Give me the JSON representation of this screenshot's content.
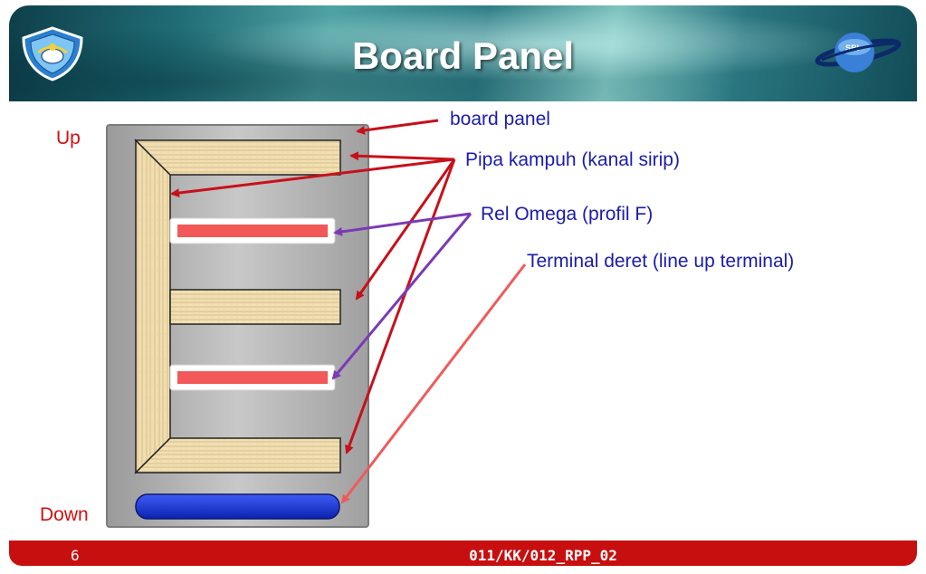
{
  "slide": {
    "title": "Board Panel",
    "footer_code": "011/KK/012_RPP_02",
    "page_number": "6"
  },
  "diagram": {
    "side_labels": {
      "top": "Up",
      "bottom": "Down"
    },
    "callouts": {
      "board_panel": "board panel",
      "pipa_kampuh": "Pipa kampuh (kanal sirip)",
      "rel_omega": "Rel Omega (profil F)",
      "terminal_deret": "Terminal deret (line up terminal)"
    }
  },
  "colors": {
    "footer_bar": "#c80f0f",
    "callout_text": "#1b1bb0",
    "side_label": "#d01010",
    "arrow_pipa": "#c8101a",
    "arrow_rel": "#7a3ab8",
    "arrow_terminal": "#f05a5a",
    "rail": "#f25858",
    "terminal": "#1430d8"
  },
  "icons": {
    "left_logo": "tut-wuri-handayani-emblem",
    "right_logo": "sbi-globe-emblem"
  }
}
